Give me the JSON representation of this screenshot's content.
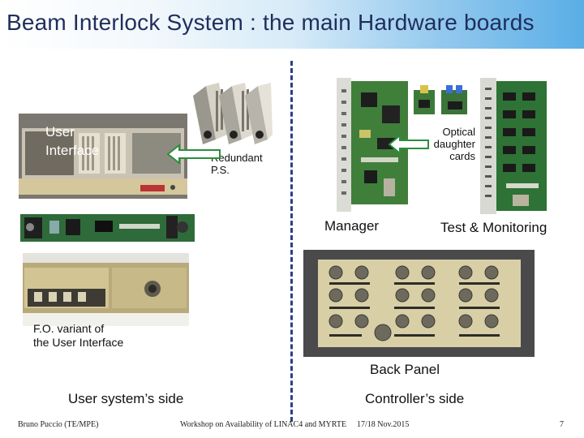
{
  "slide": {
    "title": "Beam Interlock System : the main Hardware boards",
    "labels": {
      "user_interface": "User\nInterface",
      "redundant_ps": "Redundant\nP.S.",
      "optical_cards": "Optical\ndaughter\ncards",
      "manager": "Manager",
      "test_monitoring": "Test & Monitoring",
      "fo_variant": "F.O. variant of\nthe User Interface",
      "back_panel": "Back Panel",
      "user_side": "User system’s side",
      "controller_side": "Controller’s side"
    },
    "footer": {
      "author": "Bruno Puccio (TE/MPE)",
      "workshop": "Workshop on Availability of LINAC4 and MYRTE",
      "date": "17/18 Nov.2015",
      "page": "7"
    }
  }
}
